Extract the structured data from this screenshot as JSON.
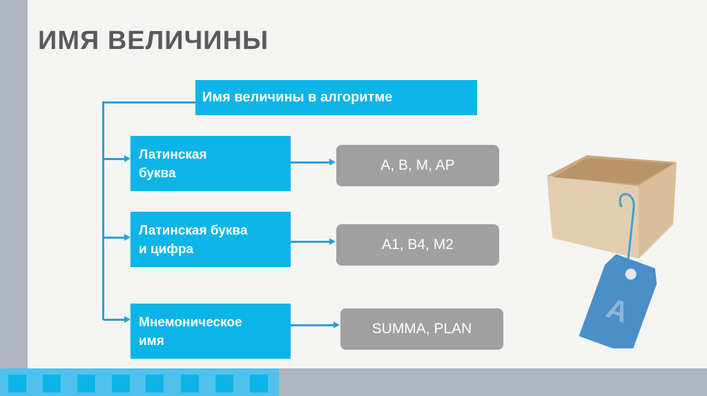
{
  "title": "ИМЯ ВЕЛИЧИНЫ",
  "header_box": "Имя величины в алгоритме",
  "rows": [
    {
      "category": "Латинская буква",
      "examples": "A, B, M, AP"
    },
    {
      "category": "Латинская буква и цифра",
      "examples": "A1, B4, M2"
    },
    {
      "category": "Мнемоническое имя",
      "examples": "SUMMA, PLAN"
    }
  ],
  "illustration": {
    "tag_letter": "A"
  },
  "colors": {
    "accent": "#0cb4e8",
    "grey_box": "#a0a0a0"
  }
}
